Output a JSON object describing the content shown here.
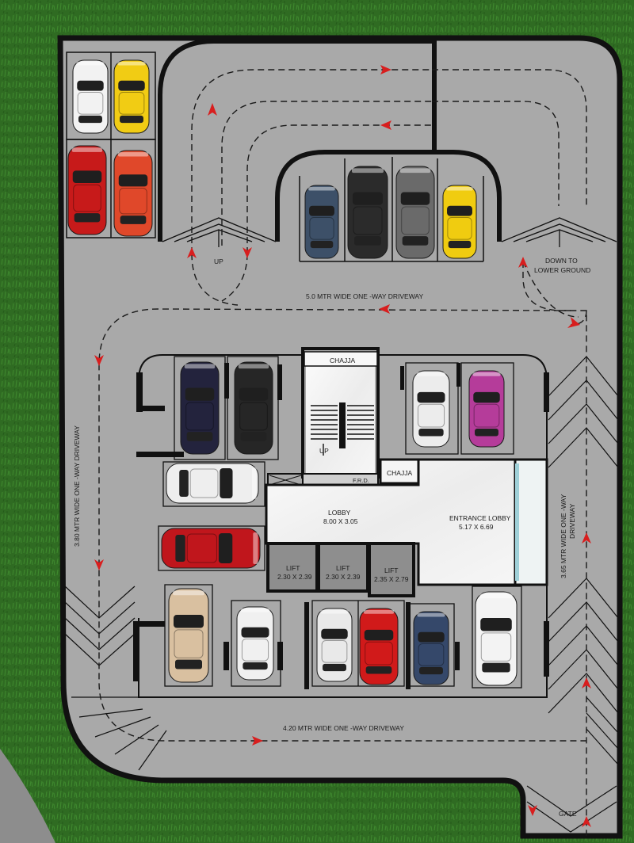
{
  "labels": {
    "up_ramp": "UP",
    "down_ramp_line1": "DOWN TO",
    "down_ramp_line2": "LOWER GROUND",
    "top_driveway": "5.0 MTR WIDE ONE -WAY DRIVEWAY",
    "left_driveway": "3.80 MTR WIDE ONE -WAY DRIVEWAY",
    "right_driveway_line1": "3.65 MTR WIDE ONE -WAY",
    "right_driveway_line2": "DRIVEWAY",
    "bottom_driveway": "4.20 MTR WIDE ONE -WAY DRIVEWAY",
    "gate": "GATE",
    "chajja_top": "CHAJJA",
    "chajja_mid": "CHAJJA",
    "stair_up": "UP",
    "frd": "F.R.D.",
    "lobby_name": "LOBBY",
    "lobby_size": "8.00 X 3.05",
    "entrance_lobby_name": "ENTRANCE LOBBY",
    "entrance_lobby_size": "5.17 X 6.69",
    "lift1_name": "LIFT",
    "lift1_size": "2.30 X 2.39",
    "lift2_name": "LIFT",
    "lift2_size": "2.30 X 2.39",
    "lift3_name": "LIFT",
    "lift3_size": "2.35 X 2.79"
  },
  "colors": {
    "grass": "#2f6b22",
    "floor": "#a8a8a8",
    "wall": "#111111",
    "arrow": "#d81e1e",
    "lobby": "#f1f1f1",
    "lift": "#8c8c8c"
  },
  "cars": [
    {
      "name": "car-white-sedan",
      "color": "#f2f2f2"
    },
    {
      "name": "car-yellow-coupe",
      "color": "#f1cc14"
    },
    {
      "name": "car-red-suv",
      "color": "#c71a1a"
    },
    {
      "name": "car-orange-roadster",
      "color": "#e0482a"
    },
    {
      "name": "car-blue-hatch",
      "color": "#3d5068"
    },
    {
      "name": "car-black-suv",
      "color": "#2b2b2b"
    },
    {
      "name": "car-grey-suv",
      "color": "#6a6a6a"
    },
    {
      "name": "car-yellow-hatch",
      "color": "#f0cc10"
    },
    {
      "name": "car-navy-sedan",
      "color": "#23233d"
    },
    {
      "name": "car-black-crossover",
      "color": "#262626"
    },
    {
      "name": "car-white-crossover",
      "color": "#ececec"
    },
    {
      "name": "car-purple-coupe",
      "color": "#b53c9a"
    },
    {
      "name": "car-white-sports",
      "color": "#eeeeee"
    },
    {
      "name": "car-red-crossover",
      "color": "#c0161c"
    },
    {
      "name": "car-beige-suv",
      "color": "#d9c0a0"
    },
    {
      "name": "car-white-sedan-2",
      "color": "#f0f0f0"
    },
    {
      "name": "car-white-hatch",
      "color": "#e9e9e9"
    },
    {
      "name": "car-red-sedan",
      "color": "#d11a1a"
    },
    {
      "name": "car-blue-suv",
      "color": "#35486a"
    },
    {
      "name": "car-white-coupe",
      "color": "#f3f3f3"
    }
  ]
}
